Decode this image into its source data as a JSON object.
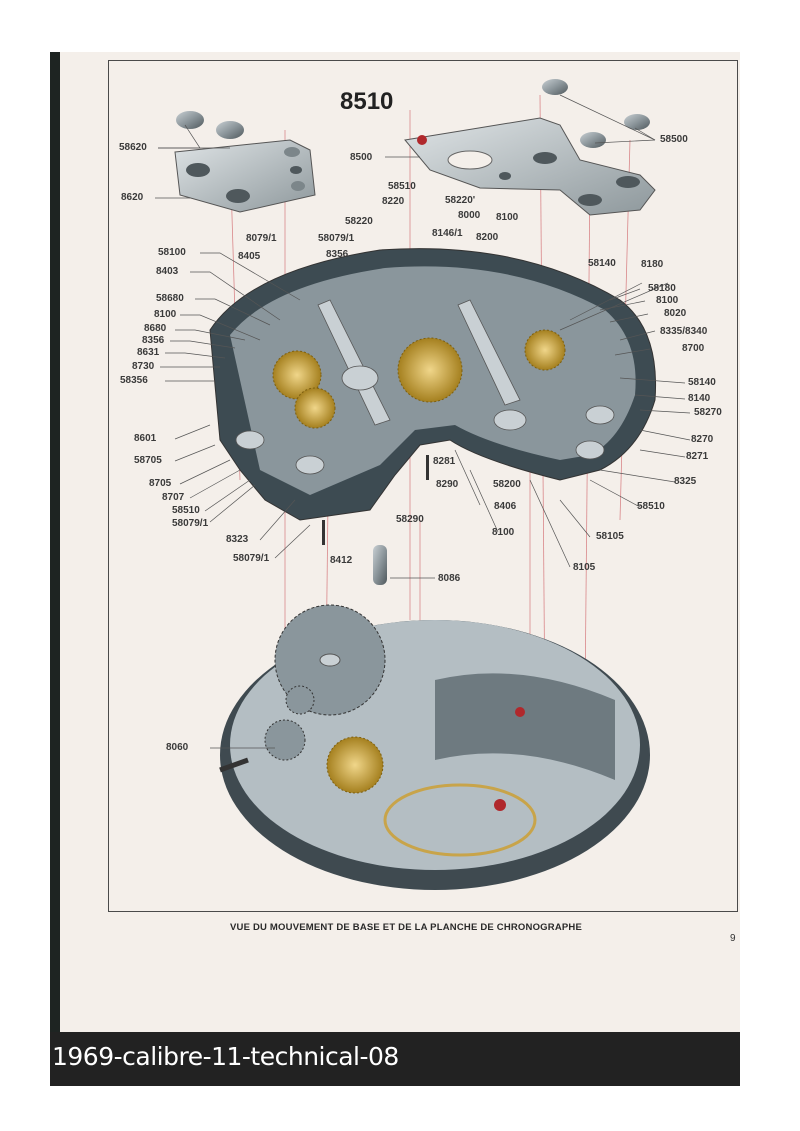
{
  "document": {
    "title": "8510",
    "caption": "VUE DU MOUVEMENT DE BASE ET DE LA PLANCHE DE CHRONOGRAPHE",
    "page_number": "9",
    "filename_caption": "1969-calibre-11-technical-08"
  },
  "colors": {
    "steel": "#9aa3a8",
    "steel_dark": "#5b6468",
    "brass": "#c8a44a",
    "ruby": "#b0282c",
    "leader_line": "#555555",
    "axis_line": "#d9878a",
    "paper": "#f4efea"
  },
  "labels": [
    {
      "id": "l1",
      "text": "58620"
    },
    {
      "id": "l2",
      "text": "8620"
    },
    {
      "id": "l3",
      "text": "8500"
    },
    {
      "id": "l4",
      "text": "58500"
    },
    {
      "id": "l5",
      "text": "58510"
    },
    {
      "id": "l6",
      "text": "8220"
    },
    {
      "id": "l7",
      "text": "58220'"
    },
    {
      "id": "l8",
      "text": "8000"
    },
    {
      "id": "l9",
      "text": "8100"
    },
    {
      "id": "l10",
      "text": "58220"
    },
    {
      "id": "l11",
      "text": "8146/1"
    },
    {
      "id": "l12",
      "text": "8200"
    },
    {
      "id": "l13",
      "text": "8079/1"
    },
    {
      "id": "l14",
      "text": "58079/1"
    },
    {
      "id": "l15",
      "text": "58100"
    },
    {
      "id": "l16",
      "text": "8405"
    },
    {
      "id": "l17",
      "text": "8356"
    },
    {
      "id": "l18",
      "text": "8403"
    },
    {
      "id": "l19",
      "text": "58680"
    },
    {
      "id": "l20",
      "text": "8100"
    },
    {
      "id": "l21",
      "text": "8680"
    },
    {
      "id": "l22",
      "text": "8356"
    },
    {
      "id": "l23",
      "text": "8631"
    },
    {
      "id": "l24",
      "text": "8730"
    },
    {
      "id": "l25",
      "text": "58356"
    },
    {
      "id": "l26",
      "text": "58140"
    },
    {
      "id": "l27",
      "text": "8180"
    },
    {
      "id": "l28",
      "text": "58180"
    },
    {
      "id": "l29",
      "text": "8100"
    },
    {
      "id": "l30",
      "text": "8020"
    },
    {
      "id": "l31",
      "text": "8335/8340"
    },
    {
      "id": "l32",
      "text": "8700"
    },
    {
      "id": "l33",
      "text": "58140"
    },
    {
      "id": "l34",
      "text": "8140"
    },
    {
      "id": "l35",
      "text": "58270"
    },
    {
      "id": "l36",
      "text": "8601"
    },
    {
      "id": "l37",
      "text": "58705"
    },
    {
      "id": "l38",
      "text": "8705"
    },
    {
      "id": "l39",
      "text": "8707"
    },
    {
      "id": "l40",
      "text": "58510"
    },
    {
      "id": "l41",
      "text": "58079/1"
    },
    {
      "id": "l42",
      "text": "8323"
    },
    {
      "id": "l43",
      "text": "58079/1"
    },
    {
      "id": "l44",
      "text": "8412"
    },
    {
      "id": "l45",
      "text": "58290"
    },
    {
      "id": "l46",
      "text": "8281"
    },
    {
      "id": "l47",
      "text": "8290"
    },
    {
      "id": "l48",
      "text": "58200"
    },
    {
      "id": "l49",
      "text": "8406"
    },
    {
      "id": "l50",
      "text": "8100"
    },
    {
      "id": "l51",
      "text": "8270"
    },
    {
      "id": "l52",
      "text": "8271"
    },
    {
      "id": "l53",
      "text": "8325"
    },
    {
      "id": "l54",
      "text": "58510"
    },
    {
      "id": "l55",
      "text": "58105"
    },
    {
      "id": "l56",
      "text": "8105"
    },
    {
      "id": "l57",
      "text": "8086"
    },
    {
      "id": "l58",
      "text": "8060"
    }
  ]
}
